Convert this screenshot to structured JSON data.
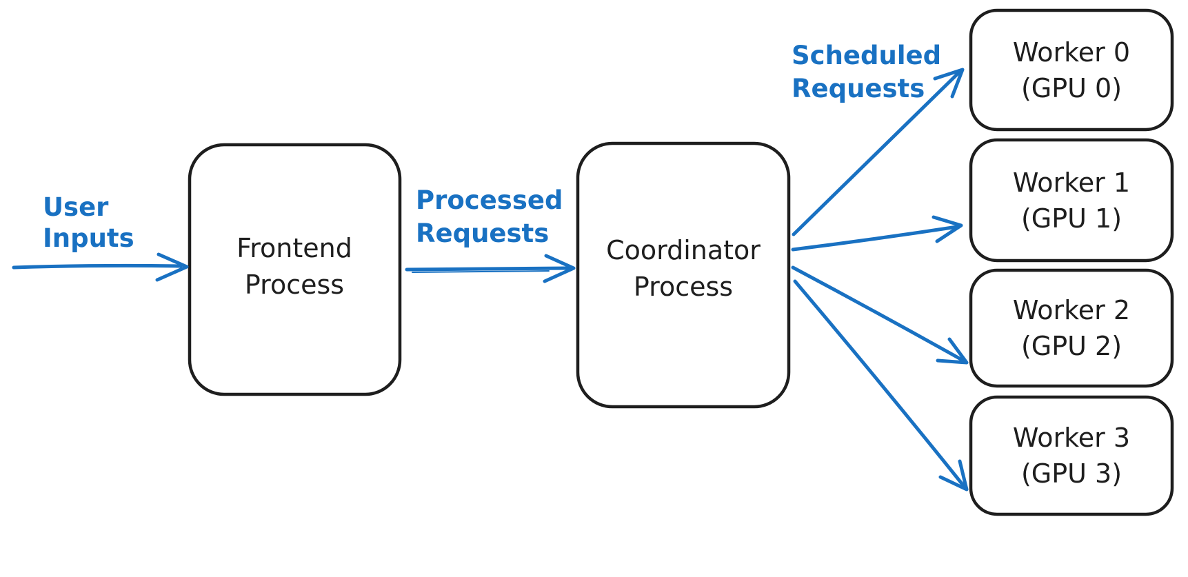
{
  "diagram": {
    "title": "Frontend-Coordinator-Worker request flow diagram",
    "colors": {
      "background": "#ffffff",
      "node_stroke": "#1e1e1e",
      "node_text": "#1e1e1e",
      "accent_blue": "#1971c2"
    },
    "nodes": {
      "frontend": {
        "line1": "Frontend",
        "line2": "Process"
      },
      "coordinator": {
        "line1": "Coordinator",
        "line2": "Process"
      },
      "workers": [
        {
          "line1": "Worker 0",
          "line2": "(GPU 0)"
        },
        {
          "line1": "Worker 1",
          "line2": "(GPU 1)"
        },
        {
          "line1": "Worker 2",
          "line2": "(GPU 2)"
        },
        {
          "line1": "Worker 3",
          "line2": "(GPU 3)"
        }
      ]
    },
    "edge_labels": {
      "user_inputs": {
        "line1": "User",
        "line2": "Inputs"
      },
      "processed_requests": {
        "line1": "Processed",
        "line2": "Requests"
      },
      "scheduled_requests": {
        "line1": "Scheduled",
        "line2": "Requests"
      }
    }
  }
}
